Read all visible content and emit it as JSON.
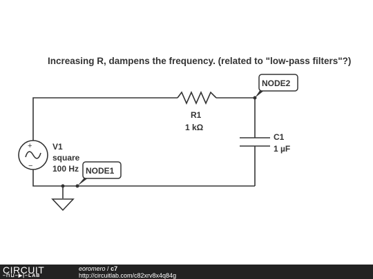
{
  "title": "Increasing R, dampens the frequency. (related to \"low-pass filters\"?)",
  "components": {
    "r1": {
      "name": "R1",
      "value": "1 kΩ"
    },
    "c1": {
      "name": "C1",
      "value": "1 µF"
    },
    "v1": {
      "name": "V1",
      "type": "square",
      "value": "100 Hz"
    }
  },
  "nodes": {
    "node1": "NODE1",
    "node2": "NODE2"
  },
  "footer": {
    "logo_top": "CIRCUIT",
    "logo_bottom": "LAB",
    "author": "eoromero",
    "separator": "/",
    "circuit_id": "c7",
    "url": "http://circuitlab.com/c82xrv8x4q84g"
  },
  "colors": {
    "wire": "#333333",
    "footer_bg": "#222222",
    "text": "#333333"
  }
}
